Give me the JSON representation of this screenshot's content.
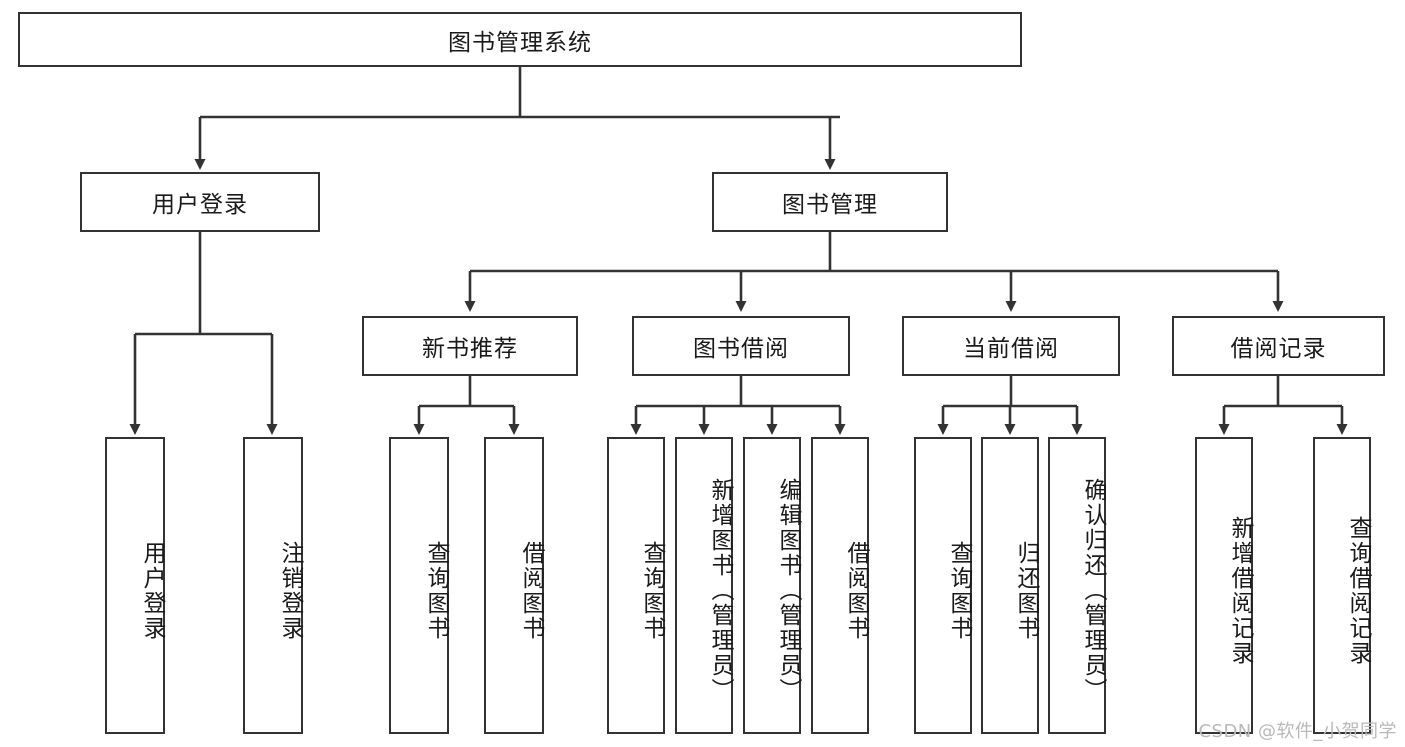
{
  "diagram": {
    "title": "图书管理系统",
    "type": "hierarchy-tree",
    "root": {
      "label": "图书管理系统"
    },
    "level1": [
      {
        "label": "用户登录"
      },
      {
        "label": "图书管理"
      }
    ],
    "level2": [
      {
        "label": "新书推荐"
      },
      {
        "label": "图书借阅"
      },
      {
        "label": "当前借阅"
      },
      {
        "label": "借阅记录"
      }
    ],
    "leaves": {
      "user_login": [
        {
          "label": "用户登录"
        },
        {
          "label": "注销登录"
        }
      ],
      "new_book_recommend": [
        {
          "label": "查询图书"
        },
        {
          "label": "借阅图书"
        }
      ],
      "book_borrow": [
        {
          "label": "查询图书"
        },
        {
          "label": "新增图书（管理员）"
        },
        {
          "label": "编辑图书（管理员）"
        },
        {
          "label": "借阅图书"
        }
      ],
      "current_borrow": [
        {
          "label": "查询图书"
        },
        {
          "label": "归还图书"
        },
        {
          "label": "确认归还（管理员）"
        }
      ],
      "borrow_record": [
        {
          "label": "新增借阅记录"
        },
        {
          "label": "查询借阅记录"
        }
      ]
    }
  },
  "watermark": {
    "text": "CSDN @软件_小贺同学"
  },
  "colors": {
    "stroke": "#333333",
    "background": "#ffffff",
    "text": "#1a1a1a",
    "watermark": "#b9b9b9"
  }
}
